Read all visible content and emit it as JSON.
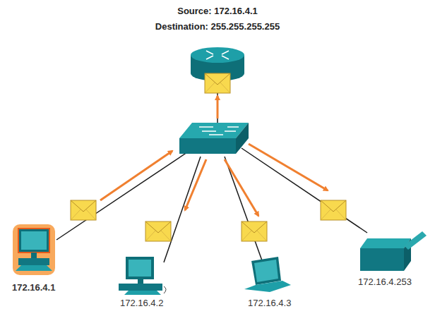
{
  "diagram": {
    "nodes": [
      {
        "text": [
          "172.16.4.1"
        ]
      },
      {
        "text": [
          "172.16.4.2"
        ]
      },
      {
        "text": [
          "172.16.4.3"
        ]
      },
      {
        "text": [
          "172.16.4.253"
        ]
      }
    ],
    "labels": [
      "Source:",
      "172.16.4.1",
      "Destination:",
      "255.255.255.255"
    ]
  }
}
